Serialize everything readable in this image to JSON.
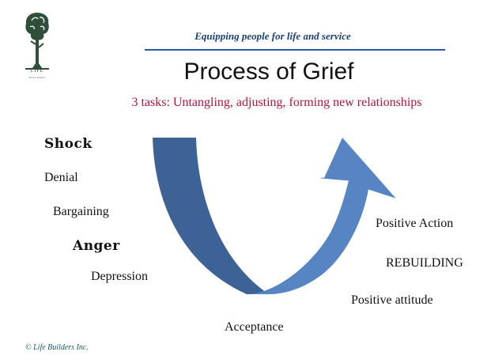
{
  "header": {
    "tagline": "Equipping people for life and service",
    "title": "Process of Grief",
    "subtitle": "3 tasks: Untangling, adjusting, forming new relationships"
  },
  "logo": {
    "text": "LIFE",
    "subtext": "BUILDERS"
  },
  "left_stages": {
    "shock": "Shock",
    "denial": "Denial",
    "bargaining": "Bargaining",
    "anger": "Anger",
    "depression": "Depression"
  },
  "bottom_stage": {
    "acceptance": "Acceptance"
  },
  "right_stages": {
    "positive_action": "Positive Action",
    "rebuilding": "REBUILDING",
    "positive_attitude": "Positive attitude"
  },
  "footer": {
    "copyright": "© Life Builders Inc."
  },
  "colors": {
    "arrow_fill_dark": "#3f6597",
    "arrow_fill_light": "#5b88c8",
    "subtitle": "#b4143c",
    "tagline": "#1b3f7a"
  },
  "icons": {
    "logo": "tree-icon"
  }
}
